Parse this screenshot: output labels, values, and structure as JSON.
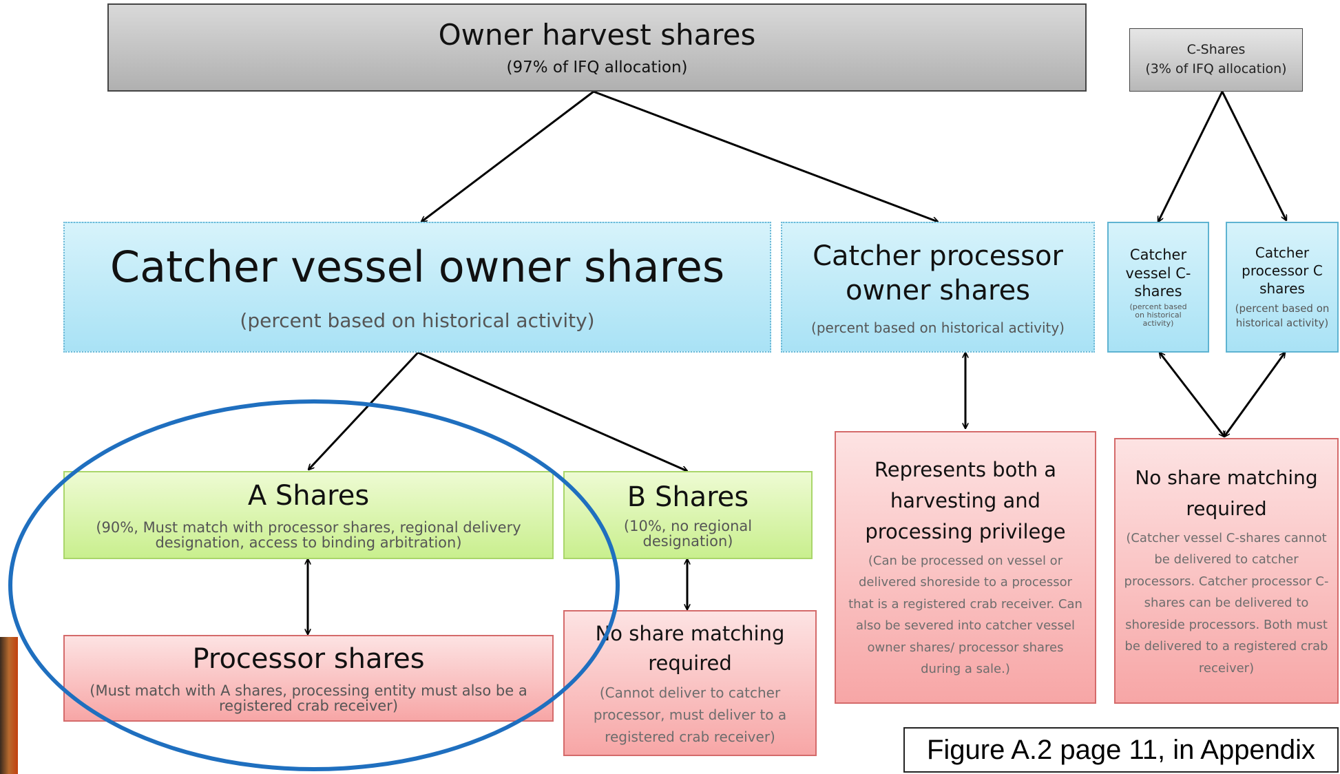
{
  "nodes": {
    "owner_harvest": {
      "title": "Owner harvest shares",
      "sub": "(97% of IFQ allocation)"
    },
    "c_shares": {
      "title": "C-Shares",
      "sub": "(3% of IFQ allocation)"
    },
    "catcher_vessel_owner": {
      "title": "Catcher vessel owner shares",
      "sub": "(percent based on historical activity)"
    },
    "catcher_processor_owner": {
      "title": "Catcher processor owner shares",
      "sub": "(percent based on historical activity)"
    },
    "catcher_vessel_c": {
      "title": "Catcher vessel C-shares",
      "sub": "(percent based on historical activity)"
    },
    "catcher_processor_c": {
      "title": "Catcher processor C shares",
      "sub": "(percent based on historical activity)"
    },
    "a_shares": {
      "title": "A Shares",
      "sub": "(90%, Must match with processor shares, regional delivery designation, access to binding arbitration)"
    },
    "b_shares": {
      "title": "B Shares",
      "sub": "(10%, no regional designation)"
    },
    "processor_shares": {
      "title": "Processor shares",
      "sub": "(Must match with A shares, processing entity must also be a registered crab receiver)"
    },
    "b_no_match": {
      "title": "No share matching required",
      "sub": "(Cannot deliver to catcher processor, must deliver to a registered crab receiver)"
    },
    "represents_both": {
      "title": "Represents both a harvesting and processing privilege",
      "sub": "(Can be processed on vessel or delivered shoreside to a processor that is a registered crab receiver. Can also be severed into catcher vessel owner shares/ processor shares during a sale.)"
    },
    "c_no_match": {
      "title": "No share matching required",
      "sub": "(Catcher vessel C-shares cannot be delivered to catcher processors. Catcher processor C-shares can be delivered to shoreside processors. Both must be delivered to a registered crab receiver)"
    }
  },
  "caption": "Figure A.2 page 11, in Appendix",
  "colors": {
    "owner_box": "#bfbfbf",
    "catcher_box": "#bfeefb",
    "green_box": "#d9f5a8",
    "red_box": "#f9bcbc",
    "highlight_ellipse": "#1f6fbf",
    "arrow": "#000000"
  }
}
